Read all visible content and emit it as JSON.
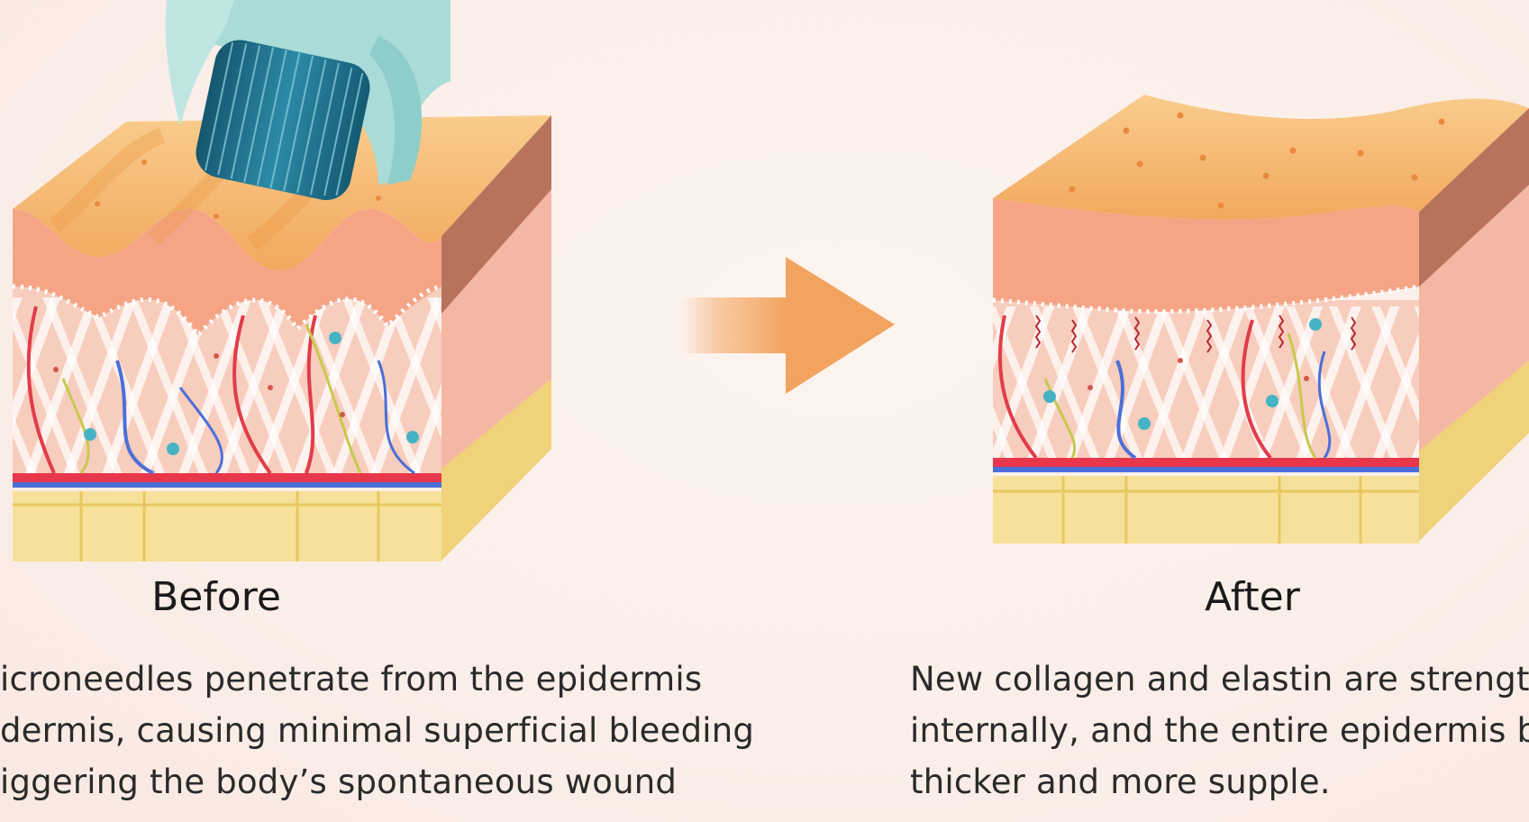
{
  "before": {
    "label": "Before",
    "lines": [
      "icroneedles penetrate from the epidermis",
      "dermis, causing minimal superficial bleeding",
      "iggering the body’s spontaneous wound"
    ]
  },
  "after": {
    "label": "After",
    "lines": [
      "New collagen and elastin are strengt",
      "internally, and the entire epidermis be",
      "thicker and more supple."
    ]
  },
  "colors": {
    "epidermis_top": "#f7c07a",
    "epidermis_layer": "#f5a586",
    "dermis": "#f7cbbb",
    "fat": "#f6dd8a",
    "arrow": "#f2a35f",
    "roller_body": "#a9dbd8",
    "roller_drum": "#1f6f8b"
  },
  "icons": [
    "microneedle-roller-icon",
    "right-arrow-icon"
  ]
}
